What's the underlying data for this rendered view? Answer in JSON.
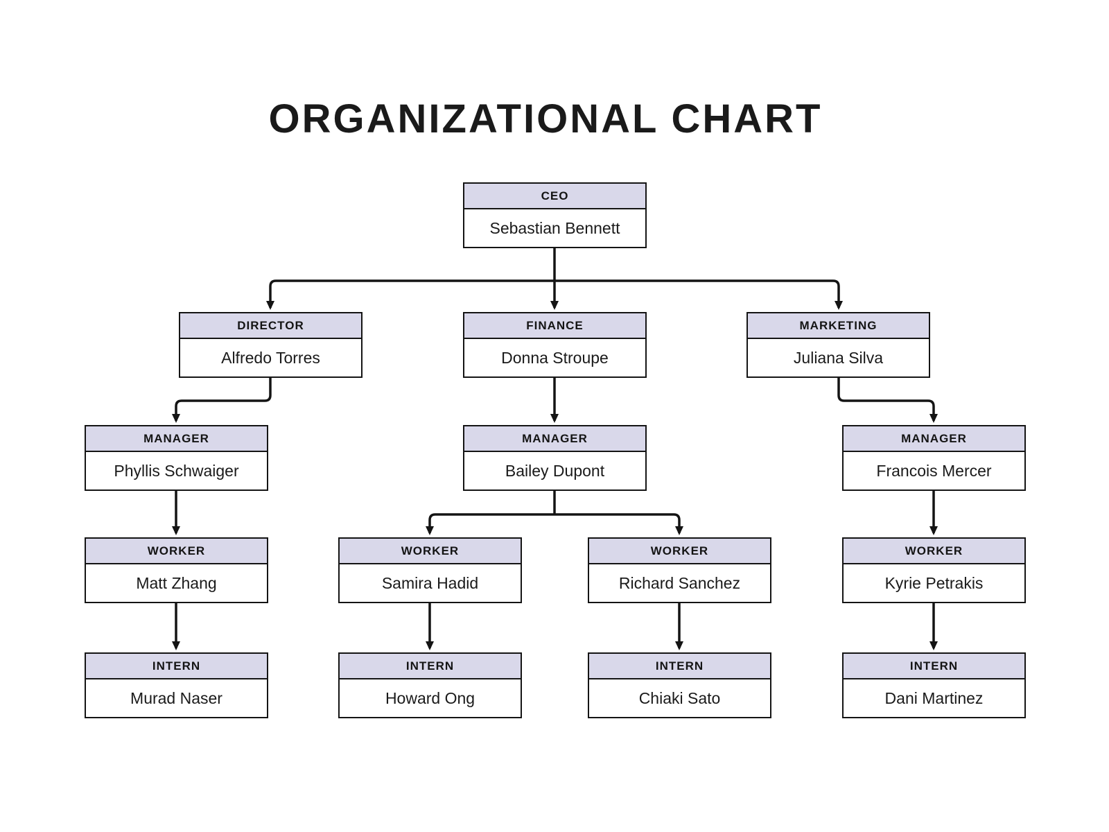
{
  "title": "ORGANIZATIONAL CHART",
  "colors": {
    "background": "#ffffff",
    "node_header_fill": "#d9d8ea",
    "node_body_fill": "#ffffff",
    "border_and_lines": "#141414",
    "text": "#1a1a1a"
  },
  "nodes": [
    {
      "id": "ceo",
      "role": "CEO",
      "name": "Sebastian Bennett",
      "reports_to": null
    },
    {
      "id": "director",
      "role": "DIRECTOR",
      "name": "Alfredo Torres",
      "reports_to": "ceo"
    },
    {
      "id": "finance",
      "role": "FINANCE",
      "name": "Donna Stroupe",
      "reports_to": "ceo"
    },
    {
      "id": "marketing",
      "role": "MARKETING",
      "name": "Juliana Silva",
      "reports_to": "ceo"
    },
    {
      "id": "manager-1",
      "role": "MANAGER",
      "name": "Phyllis Schwaiger",
      "reports_to": "director"
    },
    {
      "id": "manager-2",
      "role": "MANAGER",
      "name": "Bailey Dupont",
      "reports_to": "finance"
    },
    {
      "id": "manager-3",
      "role": "MANAGER",
      "name": "Francois Mercer",
      "reports_to": "marketing"
    },
    {
      "id": "worker-1",
      "role": "WORKER",
      "name": "Matt Zhang",
      "reports_to": "manager-1"
    },
    {
      "id": "worker-2",
      "role": "WORKER",
      "name": "Samira Hadid",
      "reports_to": "manager-2"
    },
    {
      "id": "worker-3",
      "role": "WORKER",
      "name": "Richard Sanchez",
      "reports_to": "manager-2"
    },
    {
      "id": "worker-4",
      "role": "WORKER",
      "name": "Kyrie Petrakis",
      "reports_to": "manager-3"
    },
    {
      "id": "intern-1",
      "role": "INTERN",
      "name": "Murad Naser",
      "reports_to": "worker-1"
    },
    {
      "id": "intern-2",
      "role": "INTERN",
      "name": "Howard Ong",
      "reports_to": "worker-2"
    },
    {
      "id": "intern-3",
      "role": "INTERN",
      "name": "Chiaki Sato",
      "reports_to": "worker-3"
    },
    {
      "id": "intern-4",
      "role": "INTERN",
      "name": "Dani Martinez",
      "reports_to": "worker-4"
    }
  ]
}
